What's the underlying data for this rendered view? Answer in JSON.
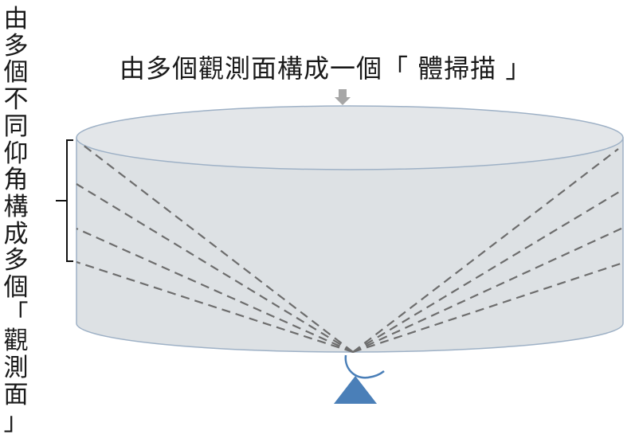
{
  "side_caption": {
    "chars": [
      "由",
      "多",
      "個",
      "不",
      "同",
      "仰",
      "角",
      "構",
      "成",
      "多",
      "個",
      "「",
      "觀",
      "測",
      "面",
      "」"
    ]
  },
  "top_caption": "由多個觀測面構成一個「 體掃描 」",
  "colors": {
    "cylinder_fill": "#dde1e4",
    "cylinder_top_fill": "#e3e6e9",
    "cylinder_outline": "#9eb1c6",
    "scan_lines": "#6d6d6d",
    "radar_triangle": "#4a7fb8",
    "radar_arc": "#4a7fb8",
    "arrow": "#a6a6a6",
    "text": "#1a1a1a"
  },
  "icons": {
    "radar": "radar-triangle-icon",
    "arrow": "down-arrow-icon"
  }
}
